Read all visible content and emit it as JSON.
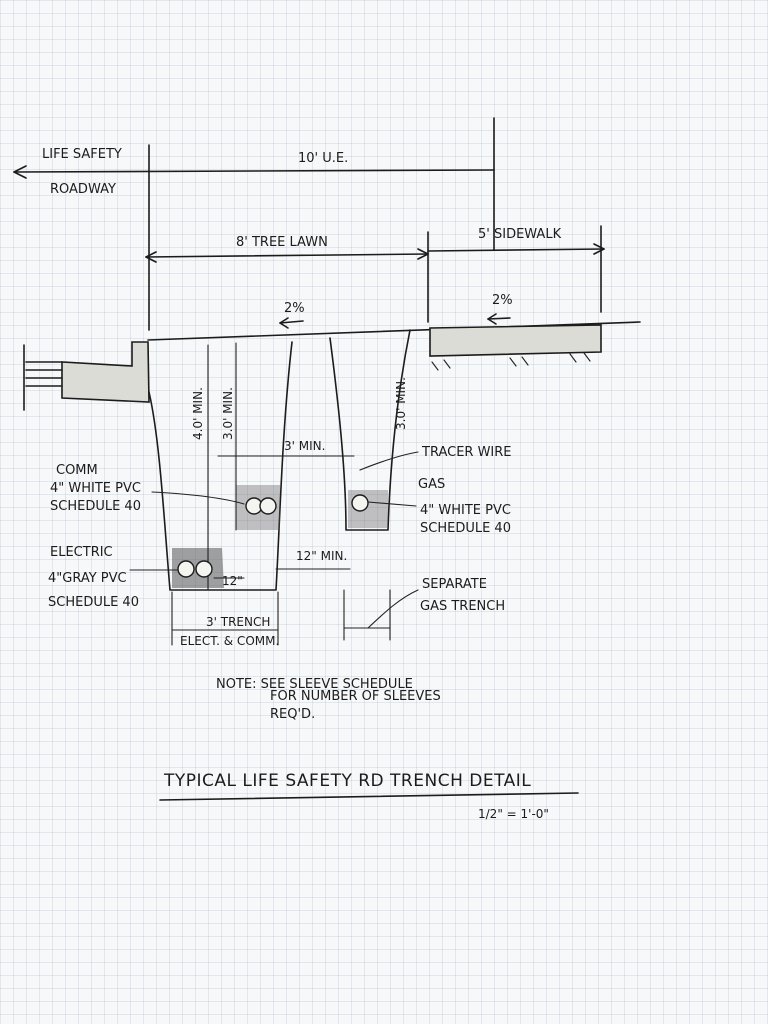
{
  "labels": {
    "life_safety_roadway": [
      "LIFE SAFETY",
      "ROADWAY"
    ],
    "ue_width": "10' U.E.",
    "tree_lawn": "8' TREE LAWN",
    "sidewalk": "5' SIDEWALK",
    "slope_left": "2%",
    "slope_right": "2%",
    "depth_4ft": "4.0' MIN.",
    "depth_3ft_left": "3.0' MIN.",
    "depth_3ft_right": "3.0' MIN.",
    "spacing_3ft": "3' MIN.",
    "spacing_12in": "12\" MIN.",
    "dim_12in": "12\"",
    "tracer_wire": "TRACER WIRE",
    "gas": "GAS",
    "gas_pipe": [
      "4\" WHITE PVC",
      "SCHEDULE 40"
    ],
    "comm": [
      "COMM",
      "4\" WHITE PVC",
      "SCHEDULE 40"
    ],
    "electric": [
      "ELECTRIC",
      "4\"GRAY PVC",
      "SCHEDULE 40"
    ],
    "separate_gas_trench": [
      "SEPARATE",
      "GAS TRENCH"
    ],
    "trench_width": [
      "3' TRENCH",
      "ELECT. & COMM."
    ],
    "note": [
      "NOTE: SEE SLEEVE SCHEDULE",
      "FOR NUMBER OF SLEEVES",
      "REQ'D."
    ]
  },
  "title": "TYPICAL LIFE SAFETY RD TRENCH DETAIL",
  "scale": "1/2\" = 1'-0\""
}
